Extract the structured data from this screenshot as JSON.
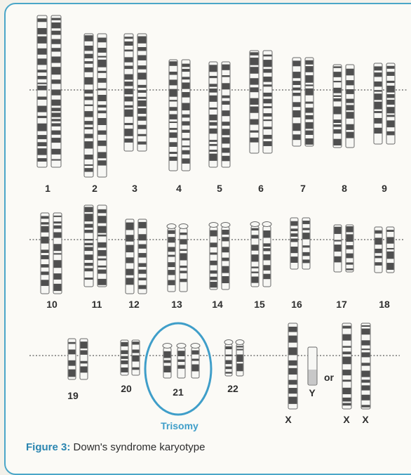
{
  "karyotype": {
    "labels": {
      "c1": "1",
      "c2": "2",
      "c3": "3",
      "c4": "4",
      "c5": "5",
      "c6": "6",
      "c7": "7",
      "c8": "8",
      "c9": "9",
      "c10": "10",
      "c11": "11",
      "c12": "12",
      "c13": "13",
      "c14": "14",
      "c15": "15",
      "c16": "16",
      "c17": "17",
      "c18": "18",
      "c19": "19",
      "c20": "20",
      "c21": "21",
      "c22": "22",
      "x1": "X",
      "y": "Y",
      "or": "or",
      "x2": "X",
      "x3": "X"
    },
    "trisomy_label": "Trisomy",
    "highlighted_chromosome": "21",
    "colors": {
      "band_dark": "#4f4f4f",
      "band_light": "#f7f7f4",
      "outline": "#6a6a6a",
      "centromere_line": "#777777",
      "highlight": "#3f9ec9",
      "y_shaded": "#c8c8c8"
    }
  },
  "caption": {
    "label": "Figure 3:",
    "text": "Down's syndrome karyotype"
  }
}
